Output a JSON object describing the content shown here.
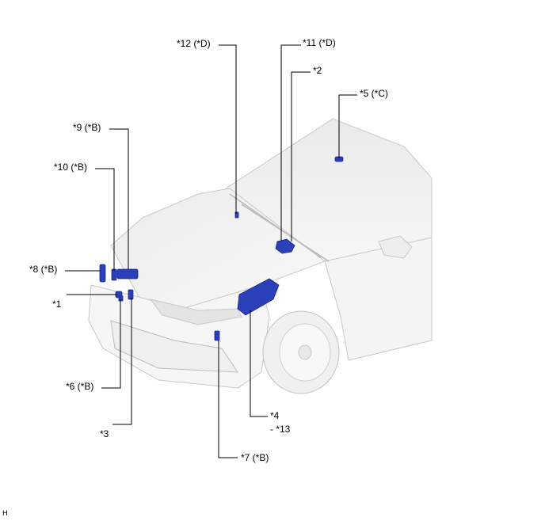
{
  "callouts": {
    "c1": "*1",
    "c2": "*2",
    "c3": "*3",
    "c4": "*4",
    "c5": "*5 (*C)",
    "c6": "*6 (*B)",
    "c7": "*7 (*B)",
    "c8": "*8 (*B)",
    "c9": "*9 (*B)",
    "c10": "*10 (*B)",
    "c11": "*11 (*D)",
    "c12": "*12 (*D)",
    "c13": "- *13"
  },
  "footer": {
    "code": "H"
  },
  "colors": {
    "component_blue": "#2a3fb8",
    "component_dark": "#1b2a8a",
    "car_fill": "#f2f2f2",
    "car_stroke": "#c8c8c8",
    "leader_line": "#000000"
  }
}
